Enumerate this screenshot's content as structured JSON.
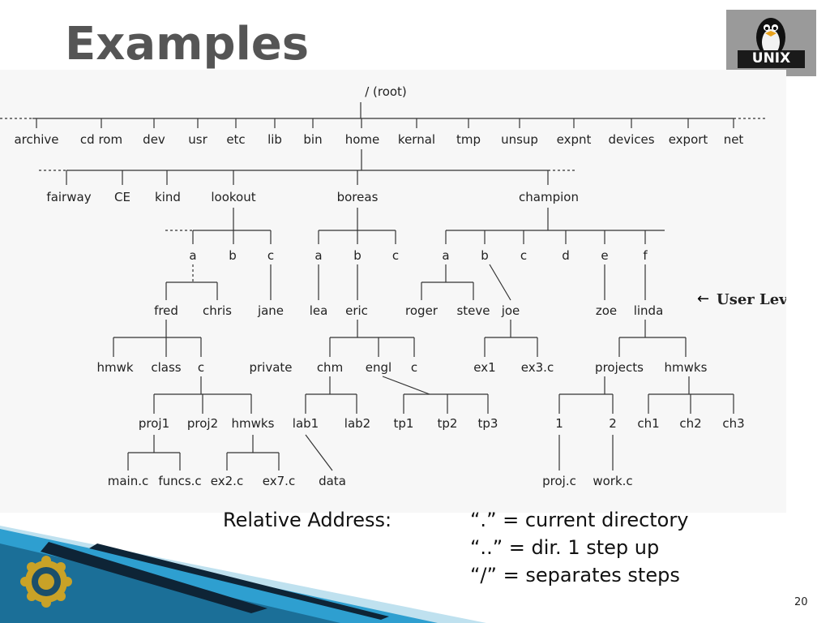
{
  "slide": {
    "title": "Examples",
    "page_number": "20",
    "logo_text": "UNIX",
    "user_level_label": "User Level",
    "relative_address_label": "Relative Address:",
    "legend": [
      "“.” = current directory",
      "“..” = dir. 1 step up",
      "“/” = separates steps"
    ]
  },
  "tree": {
    "root": "/ (root)",
    "nodes": [
      {
        "id": "archive",
        "label": "archive"
      },
      {
        "id": "cdrom",
        "label": "cd rom"
      },
      {
        "id": "dev",
        "label": "dev"
      },
      {
        "id": "usr",
        "label": "usr"
      },
      {
        "id": "etc",
        "label": "etc"
      },
      {
        "id": "lib",
        "label": "lib"
      },
      {
        "id": "bin",
        "label": "bin"
      },
      {
        "id": "home",
        "label": "home"
      },
      {
        "id": "kernal",
        "label": "kernal"
      },
      {
        "id": "tmp",
        "label": "tmp"
      },
      {
        "id": "unsup",
        "label": "unsup"
      },
      {
        "id": "expnt",
        "label": "expnt"
      },
      {
        "id": "devices",
        "label": "devices"
      },
      {
        "id": "export",
        "label": "export"
      },
      {
        "id": "net",
        "label": "net"
      },
      {
        "id": "fairway",
        "label": "fairway"
      },
      {
        "id": "ce",
        "label": "CE"
      },
      {
        "id": "kind",
        "label": "kind"
      },
      {
        "id": "lookout",
        "label": "lookout"
      },
      {
        "id": "boreas",
        "label": "boreas"
      },
      {
        "id": "champion",
        "label": "champion"
      },
      {
        "id": "la",
        "label": "a"
      },
      {
        "id": "lb",
        "label": "b"
      },
      {
        "id": "lc",
        "label": "c"
      },
      {
        "id": "ba",
        "label": "a"
      },
      {
        "id": "bb",
        "label": "b"
      },
      {
        "id": "bc",
        "label": "c"
      },
      {
        "id": "ca",
        "label": "a"
      },
      {
        "id": "cb",
        "label": "b"
      },
      {
        "id": "cc",
        "label": "c"
      },
      {
        "id": "cd",
        "label": "d"
      },
      {
        "id": "ce2",
        "label": "e"
      },
      {
        "id": "cf",
        "label": "f"
      },
      {
        "id": "fred",
        "label": "fred"
      },
      {
        "id": "chris",
        "label": "chris"
      },
      {
        "id": "jane",
        "label": "jane"
      },
      {
        "id": "lea",
        "label": "lea"
      },
      {
        "id": "eric",
        "label": "eric"
      },
      {
        "id": "roger",
        "label": "roger"
      },
      {
        "id": "steve",
        "label": "steve"
      },
      {
        "id": "joe",
        "label": "joe"
      },
      {
        "id": "zoe",
        "label": "zoe"
      },
      {
        "id": "linda",
        "label": "linda"
      },
      {
        "id": "hmwk",
        "label": "hmwk"
      },
      {
        "id": "class",
        "label": "class"
      },
      {
        "id": "fc",
        "label": "c"
      },
      {
        "id": "private",
        "label": "private"
      },
      {
        "id": "chm",
        "label": "chm"
      },
      {
        "id": "engl",
        "label": "engl"
      },
      {
        "id": "ec",
        "label": "c"
      },
      {
        "id": "ex1",
        "label": "ex1"
      },
      {
        "id": "ex3c",
        "label": "ex3.c"
      },
      {
        "id": "projects",
        "label": "projects"
      },
      {
        "id": "hmwks1",
        "label": "hmwks"
      },
      {
        "id": "proj1",
        "label": "proj1"
      },
      {
        "id": "proj2",
        "label": "proj2"
      },
      {
        "id": "hmwks2",
        "label": "hmwks"
      },
      {
        "id": "lab1",
        "label": "lab1"
      },
      {
        "id": "lab2",
        "label": "lab2"
      },
      {
        "id": "tp1",
        "label": "tp1"
      },
      {
        "id": "tp2",
        "label": "tp2"
      },
      {
        "id": "tp3",
        "label": "tp3"
      },
      {
        "id": "p1",
        "label": "1"
      },
      {
        "id": "p2",
        "label": "2"
      },
      {
        "id": "ch1",
        "label": "ch1"
      },
      {
        "id": "ch2",
        "label": "ch2"
      },
      {
        "id": "ch3",
        "label": "ch3"
      },
      {
        "id": "mainc",
        "label": "main.c"
      },
      {
        "id": "funcsc",
        "label": "funcs.c"
      },
      {
        "id": "ex2c",
        "label": "ex2.c"
      },
      {
        "id": "ex7c",
        "label": "ex7.c"
      },
      {
        "id": "data",
        "label": "data"
      },
      {
        "id": "projc",
        "label": "proj.c"
      },
      {
        "id": "workc",
        "label": "work.c"
      }
    ]
  },
  "colors": {
    "title": "#555555",
    "panel": "#f7f7f7",
    "footer_blue": "#2e9fd0",
    "footer_dark": "#0e2436",
    "emblem": "#c9a227"
  }
}
